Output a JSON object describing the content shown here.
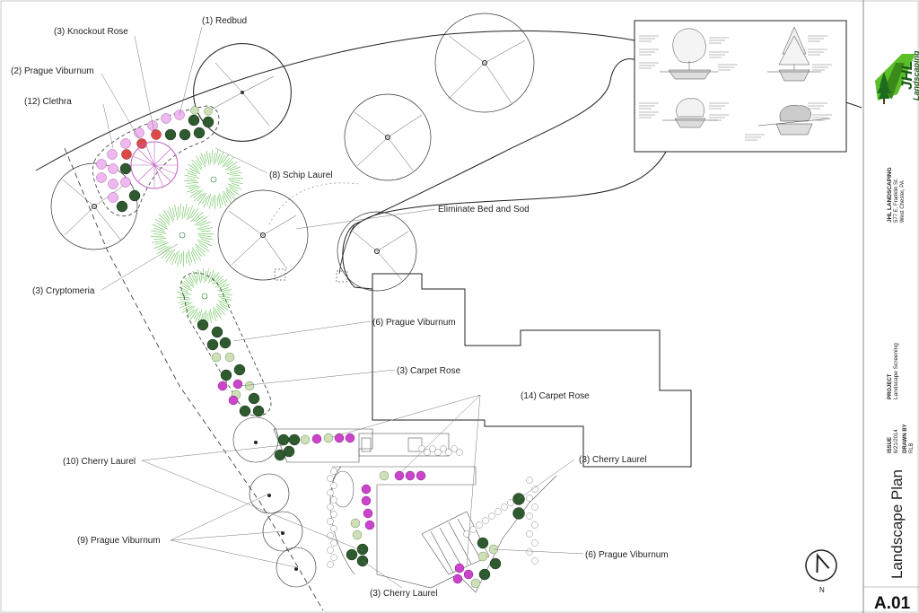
{
  "plan": {
    "callouts": [
      {
        "id": "redbud",
        "text": "(1) Redbud"
      },
      {
        "id": "knockout-rose",
        "text": "(3) Knockout Rose"
      },
      {
        "id": "prague-viburnum-2",
        "text": "(2) Prague Viburnum"
      },
      {
        "id": "clethra",
        "text": "(12) Clethra"
      },
      {
        "id": "schip-laurel",
        "text": "(8) Schip Laurel"
      },
      {
        "id": "eliminate-bed",
        "text": "Eliminate Bed and Sod"
      },
      {
        "id": "cryptomeria",
        "text": "(3) Cryptomeria"
      },
      {
        "id": "prague-viburnum-6a",
        "text": "(6) Prague Viburnum"
      },
      {
        "id": "carpet-rose-3",
        "text": "(3) Carpet Rose"
      },
      {
        "id": "carpet-rose-14",
        "text": "(14) Carpet Rose"
      },
      {
        "id": "cherry-laurel-10",
        "text": "(10) Cherry Laurel"
      },
      {
        "id": "cherry-laurel-3a",
        "text": "(3) Cherry Laurel"
      },
      {
        "id": "prague-viburnum-9",
        "text": "(9) Prague Viburnum"
      },
      {
        "id": "prague-viburnum-6b",
        "text": "(6) Prague Viburnum"
      },
      {
        "id": "cherry-laurel-3b",
        "text": "(3) Cherry Laurel"
      }
    ],
    "north_label": "N"
  },
  "title_block": {
    "company": "JHL LANDSCAPING",
    "address_1": "577 E. Franklin St.",
    "address_2": "West Chester, PA",
    "logo_text": "JHL Landscaping",
    "project_label": "PROJECT",
    "project_name": "Landscape Screening",
    "issue_label": "ISSUE",
    "issue_value": "6/21/2014",
    "drawn_by_label": "DRAWN BY",
    "drawn_by_value": "RLB",
    "sheet_title": "Landscape Plan",
    "sheet_number": "A.01"
  },
  "colors": {
    "evergreen": "#2f5a2f",
    "laurel_light": "#cfe0b8",
    "rose_magenta": "#cc44cc",
    "clethra_pink": "#f0b8f0",
    "redbud_pink": "#e88fd8",
    "knockout_red": "#e04848",
    "cryptomeria_green": "#5cbf4a",
    "logo_green": "#5bbf2a"
  }
}
